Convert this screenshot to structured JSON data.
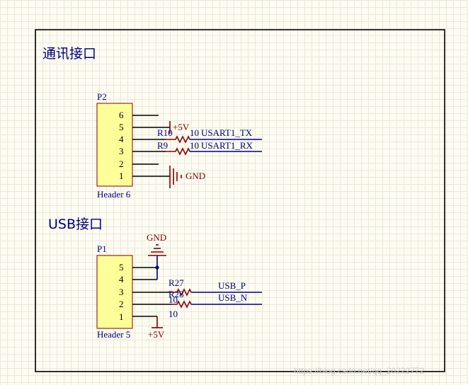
{
  "sections": {
    "comm": {
      "title": "通讯接口"
    },
    "usb": {
      "title": "USB接口"
    }
  },
  "p2": {
    "designator": "P2",
    "footer": "Header 6",
    "pins": [
      "6",
      "5",
      "4",
      "3",
      "2",
      "1"
    ],
    "power_label": "+5V",
    "gnd_label": "GND",
    "r10_ref": "R10",
    "r10_value": "10",
    "r9_ref": "R9",
    "r9_value": "10",
    "net_tx": "USART1_TX",
    "net_rx": "USART1_RX"
  },
  "p1": {
    "designator": "P1",
    "footer": "Header 5",
    "pins": [
      "5",
      "4",
      "3",
      "2",
      "1"
    ],
    "gnd_label": "GND",
    "power_label": "+5V",
    "r27_ref": "R27",
    "r27_value": "10",
    "r28_ref": "R28",
    "r28_value": "10",
    "net_p": "USB_P",
    "net_n": "USB_N"
  },
  "watermark": "https://blog.csdn.net/qq_20222772",
  "colors": {
    "wire": "#000080",
    "component": "#800000",
    "header_fill": "#ffff99",
    "border": "#000000"
  }
}
